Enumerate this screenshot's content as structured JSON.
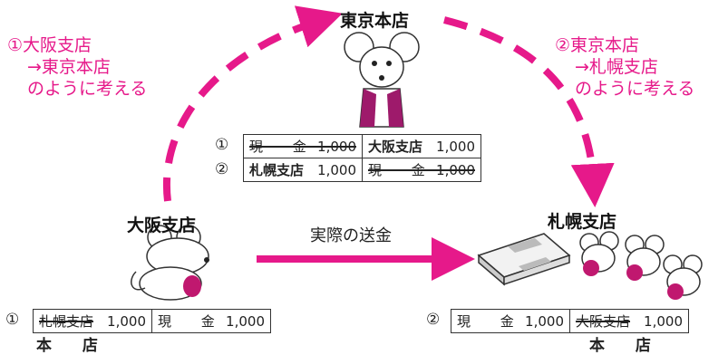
{
  "colors": {
    "accent": "#e6198a",
    "line": "#333333"
  },
  "nodes": {
    "tokyo": "東京本店",
    "osaka": "大阪支店",
    "sapporo": "札幌支店"
  },
  "notes": {
    "left": [
      "①大阪支店",
      "→東京本店",
      "のように考える"
    ],
    "right": [
      "②東京本店",
      "→札幌支店",
      "のように考える"
    ]
  },
  "transfer_label": "実際の送金",
  "honten_label": "本 店",
  "entries": {
    "tokyo": [
      {
        "num": "①",
        "debit": "現 金",
        "debit_amt": "1,000",
        "credit": "大阪支店",
        "credit_amt": "1,000"
      },
      {
        "num": "②",
        "debit": "札幌支店",
        "debit_amt": "1,000",
        "credit": "現 金",
        "credit_amt": "1,000"
      }
    ],
    "osaka": {
      "num": "①",
      "debit": "札幌支店",
      "debit_amt": "1,000",
      "credit": "現 金",
      "credit_amt": "1,000"
    },
    "sapporo": {
      "num": "②",
      "debit": "現 金",
      "debit_amt": "1,000",
      "credit": "大阪支店",
      "credit_amt": "1,000"
    }
  }
}
